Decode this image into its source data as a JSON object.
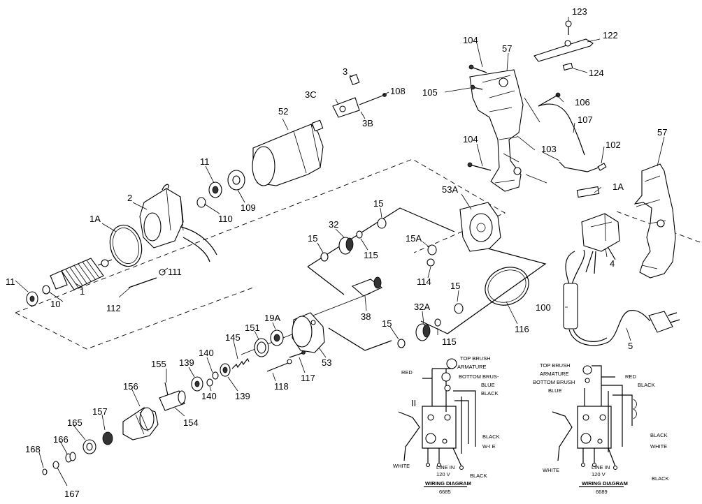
{
  "part_labels": {
    "p123": "123",
    "p122": "122",
    "p124": "124",
    "p104a": "104",
    "p57a": "57",
    "p3": "3",
    "p3c": "3C",
    "p108": "108",
    "p105": "105",
    "p106": "106",
    "p52": "52",
    "p3b": "3B",
    "p107": "107",
    "p104b": "104",
    "p103": "103",
    "p102": "102",
    "p57b": "57",
    "p11a": "11",
    "p2": "2",
    "p109": "109",
    "p1a_a": "1A",
    "p110": "110",
    "p53a": "53A",
    "p15a": "15",
    "p32": "32",
    "p15b": "15",
    "p115a": "115",
    "p15c": "15A",
    "p111a": "111",
    "p1": "1",
    "p11b": "11",
    "p10": "10",
    "p112": "112",
    "p114": "114",
    "p1a_b": "1A",
    "p4": "4",
    "p15d": "15",
    "p38": "38",
    "p32a": "32A",
    "p100": "100",
    "p116": "116",
    "p19a": "19A",
    "p151": "151",
    "p15e": "15",
    "p115b": "115",
    "p5": "5",
    "p53": "53",
    "p145": "145",
    "p155": "155",
    "p139a": "139",
    "p140a": "140",
    "p117": "117",
    "p118": "118",
    "p140b": "140",
    "p139b": "139",
    "p156": "156",
    "p154": "154",
    "p157": "157",
    "p165": "165",
    "p166": "166",
    "p168": "168",
    "p167": "167"
  },
  "wiring_left": {
    "top_brush": "TOP BRUSH",
    "armature": "ARMATURE",
    "bottom_brush": "BOTTOM BRUS-",
    "red": "RED",
    "blue": "BLUE",
    "black1": "BLACK",
    "roman": "II",
    "black2": "BLACK",
    "white_r": "W-I E",
    "white_l": "WHITE",
    "line_in": "LINE IN",
    "volt": "120 V",
    "black3": "BLACK",
    "title": "WIRING DIAGRAM",
    "model": "6685"
  },
  "wiring_right": {
    "top_brush": "TOP BRUSH",
    "armature": "ARMATURE",
    "bottom_brush": "BOTTOM BRUSH",
    "red": "RED",
    "blue": "BLUE",
    "black1": "BLACK",
    "black2": "BLACK",
    "white_r": "WHITE",
    "white_l": "WHITE",
    "line_in": "LINE IN",
    "volt": "120 V",
    "black3": "BLACK",
    "title": "WIRING DIAGRAM",
    "model": "6689"
  }
}
